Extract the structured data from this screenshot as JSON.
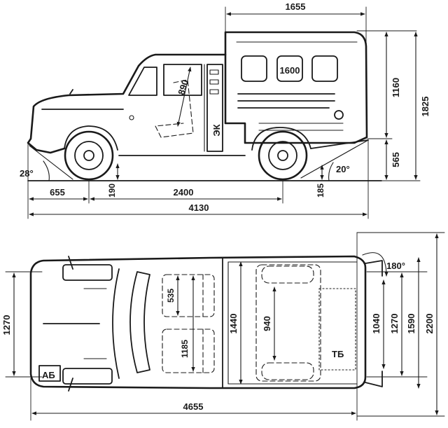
{
  "side_view": {
    "dims": {
      "box_length": "1655",
      "box_height": "1160",
      "overall_height": "1825",
      "rear_overhang_height": "565",
      "seat_reach": "890",
      "front_overhang": "655",
      "wheelbase": "2400",
      "ground_clearance_front": "190",
      "ground_clearance_rear": "185",
      "overall_length": "4130",
      "approach_angle": "28°",
      "departure_angle": "20°"
    },
    "labels": {
      "window_mark": "1600",
      "panel_mark": "ЭК"
    }
  },
  "top_view": {
    "dims": {
      "front_track": "1270",
      "front_seat_depth": "535",
      "rear_seat_depth": "1185",
      "interior_width": "1440",
      "cargo_floor": "940",
      "door_opening": "1040",
      "rear_track": "1270",
      "body_width": "1590",
      "door_span": "2200",
      "door_angle": "180°",
      "overall_length": "4655"
    },
    "labels": {
      "battery": "АБ",
      "fuel_tank": "ТБ"
    }
  }
}
